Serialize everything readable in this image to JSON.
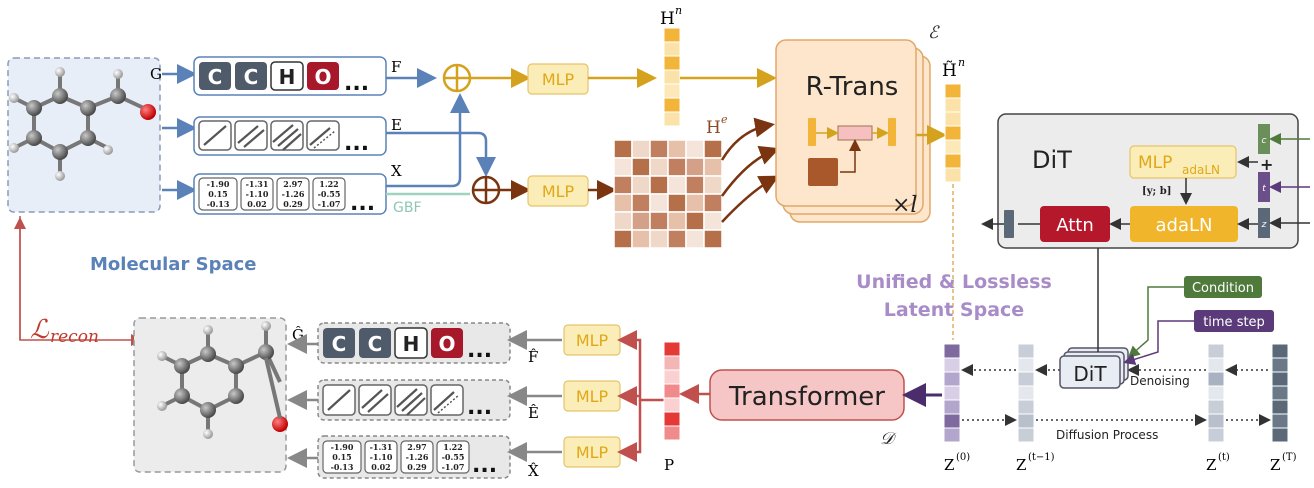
{
  "colors": {
    "blue": "#5b82b8",
    "gold": "#d4a21c",
    "brown": "#7a3510",
    "red": "#c0392b",
    "purple": "#8a6bb0",
    "green": "#4f7a3c",
    "mlp_fill": "#fbedb8",
    "latent_tile": "#b8c0cc"
  },
  "labels": {
    "G": "G",
    "E": "E",
    "X": "X",
    "F": "F",
    "GBF": "GBF",
    "Hn": "H",
    "Hn_sup": "n",
    "Htn": "H̃",
    "Htn_sup": "n",
    "He": "H",
    "He_sup": "e",
    "enc_sym": "ℰ",
    "dec_sym": "𝒟",
    "xl": "×𝑙",
    "Ghat": "Ĝ",
    "Fhat": "F̂",
    "Ehat": "Ê",
    "Xhat": "X̂",
    "P": "P",
    "mlp": "MLP",
    "rtrans": "R-Trans",
    "transformer": "Transformer",
    "molecular_space": "Molecular Space",
    "recon_main": "ℒ",
    "recon_sub": "recon",
    "latent_line1": "Unified & Lossless",
    "latent_line2": "Latent Space",
    "dit_title": "DiT",
    "mlp_ada": "MLP",
    "mlp_ada_sub": "adaLN",
    "yb": "[y; b]",
    "attn": "Attn",
    "adaln": "adaLN",
    "c": "c",
    "t": "t",
    "z": "z",
    "plus": "+",
    "condition": "Condition",
    "time_step": "time step",
    "dit_small": "DiT",
    "denoising": "Denoising",
    "diffusion": "Diffusion Process",
    "Z0": "Z",
    "Z0_sup": "(0)",
    "Zt1": "Z",
    "Zt1_sup": "(t−1)",
    "Zt": "Z",
    "Zt_sup": "(t)",
    "ZT": "Z",
    "ZT_sup": "(T)"
  },
  "atoms": [
    "C",
    "C",
    "H",
    "O"
  ],
  "ellipsis": "...",
  "matrix": [
    [
      "-1.90",
      "0.15",
      "-0.13"
    ],
    [
      "-1.31",
      "-1.10",
      "0.02"
    ],
    [
      "2.97",
      "-1.26",
      "0.29"
    ],
    [
      "1.22",
      "-0.55",
      "-1.07"
    ]
  ]
}
